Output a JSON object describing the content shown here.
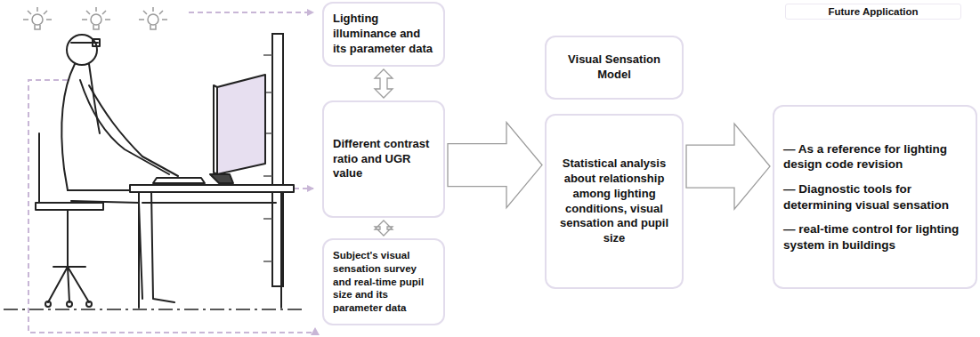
{
  "diagram": {
    "nodes": [
      {
        "text": [
          "Lighting illuminance and its parameter data"
        ]
      },
      {
        "text": [
          "Different contrast ratio and UGR value"
        ]
      },
      {
        "text": [
          "Subject's visual sensation survey and real-time pupil size and its parameter data"
        ]
      },
      {
        "text": [
          "Visual Sensation Model"
        ]
      },
      {
        "text": [
          "Statistical analysis about relationship among lighting conditions, visual sensation and pupil size"
        ]
      },
      {
        "text": [
          "Future Application"
        ]
      },
      {
        "text": [
          "— As a reference for lighting design code revision",
          "— Diagnostic tools for determining visual sensation",
          "— real-time control for lighting system in buildings"
        ]
      }
    ],
    "edges": [
      {
        "from": 0,
        "to": 1,
        "arrow": "both"
      },
      {
        "from": 1,
        "to": 2,
        "arrow": "both"
      },
      {
        "from": 1,
        "to": 4,
        "arrow": "to"
      },
      {
        "from": 4,
        "to": 6,
        "arrow": "to"
      }
    ]
  }
}
